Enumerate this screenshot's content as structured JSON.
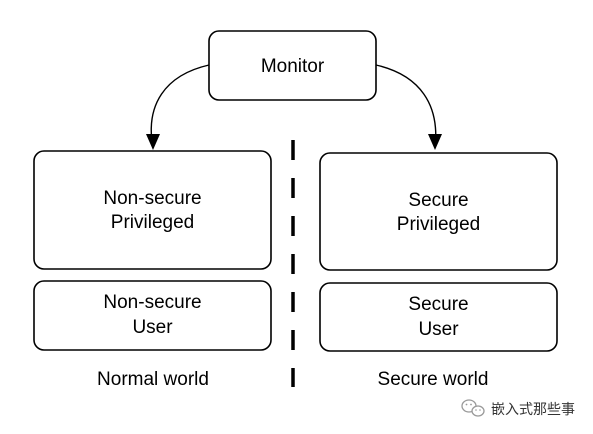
{
  "monitor": {
    "label": "Monitor"
  },
  "normal_world": {
    "privileged": {
      "line1": "Non-secure",
      "line2": "Privileged"
    },
    "user": {
      "line1": "Non-secure",
      "line2": "User"
    },
    "caption": "Normal world"
  },
  "secure_world": {
    "privileged": {
      "line1": "Secure",
      "line2": "Privileged"
    },
    "user": {
      "line1": "Secure",
      "line2": "User"
    },
    "caption": "Secure world"
  },
  "watermark": {
    "icon": "wechat-icon",
    "text": "嵌入式那些事"
  },
  "colors": {
    "stroke": "#000000",
    "fill": "#ffffff",
    "text": "#000000"
  }
}
